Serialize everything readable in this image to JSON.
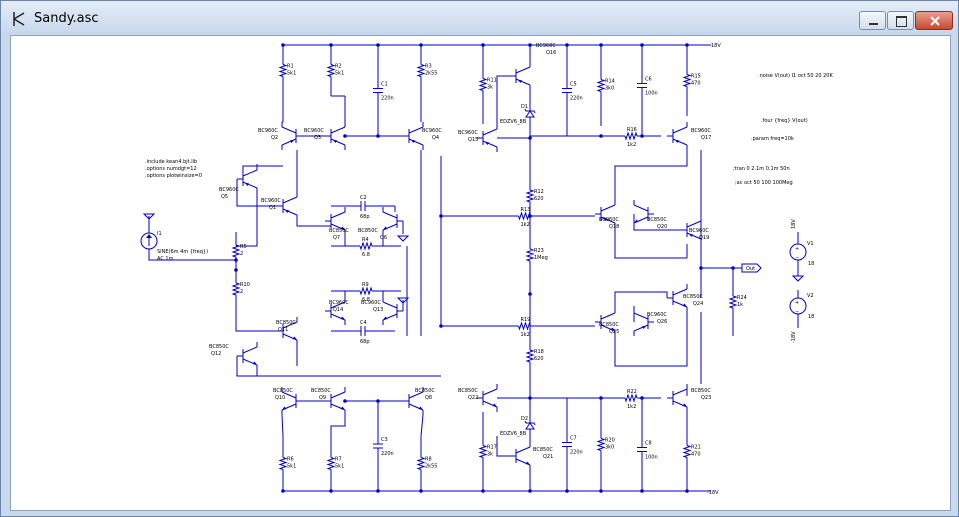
{
  "window": {
    "title": "Sandy.asc",
    "controls": [
      "minimize",
      "maximize",
      "close"
    ]
  },
  "directives": {
    "noise": ".noise V(out) I1 oct 50 20 20K",
    "four": ".four {freq} V(out)",
    "param": ".param freq=10k",
    "tran": ";tran 0 2.1m 0.1m 50n",
    "ac": ";ac oct 50 100 100Meg",
    "include": ".include kean4.bjt.lib",
    "opt1": ".options numdgt=12",
    "opt2": ".options plotwinsize=0"
  },
  "rails": {
    "pos": "18V",
    "neg": "-18V"
  },
  "source": {
    "name": "I1",
    "value1": "SINE(6m 4m {freq})",
    "value2": "AC 1m"
  },
  "out_label": "Out",
  "supplies": [
    {
      "name": "V1",
      "value": "18",
      "side": "18V"
    },
    {
      "name": "V2",
      "value": "18",
      "side": "-18V"
    }
  ],
  "transistors": [
    {
      "ref": "Q2",
      "model": "BC960C"
    },
    {
      "ref": "Q3",
      "model": "BC960C"
    },
    {
      "ref": "Q4",
      "model": "BC960C"
    },
    {
      "ref": "Q15",
      "model": "BC960C"
    },
    {
      "ref": "Q16",
      "model": "BC960C"
    },
    {
      "ref": "Q17",
      "model": "BC960C"
    },
    {
      "ref": "Q5",
      "model": "BC960C"
    },
    {
      "ref": "Q1",
      "model": "BC960C"
    },
    {
      "ref": "Q7",
      "model": "BC850C"
    },
    {
      "ref": "Q6",
      "model": "BC850C"
    },
    {
      "ref": "Q18",
      "model": "BC960C"
    },
    {
      "ref": "Q20",
      "model": "BC850C"
    },
    {
      "ref": "Q19",
      "model": "BC960C"
    },
    {
      "ref": "Q14",
      "model": "BC960C"
    },
    {
      "ref": "Q13",
      "model": "BC960C"
    },
    {
      "ref": "Q11",
      "model": "BC850C"
    },
    {
      "ref": "Q12",
      "model": "BC850C"
    },
    {
      "ref": "Q24",
      "model": "BC850C"
    },
    {
      "ref": "Q25",
      "model": "BC850C"
    },
    {
      "ref": "Q26",
      "model": "BC960C"
    },
    {
      "ref": "Q10",
      "model": "BC850C"
    },
    {
      "ref": "Q9",
      "model": "BC850C"
    },
    {
      "ref": "Q8",
      "model": "BC850C"
    },
    {
      "ref": "Q22",
      "model": "BC850C"
    },
    {
      "ref": "Q21",
      "model": "BC850C"
    },
    {
      "ref": "Q23",
      "model": "BC850C"
    }
  ],
  "resistors": [
    {
      "ref": "R1",
      "value": "5k1"
    },
    {
      "ref": "R2",
      "value": "5k1"
    },
    {
      "ref": "R3",
      "value": "2k55"
    },
    {
      "ref": "R11",
      "value": "3k"
    },
    {
      "ref": "R14",
      "value": "3k0"
    },
    {
      "ref": "R15",
      "value": "470"
    },
    {
      "ref": "R16",
      "value": "1k2"
    },
    {
      "ref": "R12",
      "value": "620"
    },
    {
      "ref": "R13",
      "value": "1k2"
    },
    {
      "ref": "R23",
      "value": "1Meg"
    },
    {
      "ref": "R5",
      "value": "2"
    },
    {
      "ref": "R4",
      "value": "6.8"
    },
    {
      "ref": "R10",
      "value": "2"
    },
    {
      "ref": "R9",
      "value": "6.8"
    },
    {
      "ref": "R19",
      "value": "1k2"
    },
    {
      "ref": "R18",
      "value": "620"
    },
    {
      "ref": "R24",
      "value": "1k"
    },
    {
      "ref": "R22",
      "value": "1k2"
    },
    {
      "ref": "R17",
      "value": "3k"
    },
    {
      "ref": "R20",
      "value": "3k0"
    },
    {
      "ref": "R21",
      "value": "470"
    },
    {
      "ref": "R6",
      "value": "5k1"
    },
    {
      "ref": "R7",
      "value": "5k1"
    },
    {
      "ref": "R8",
      "value": "2k55"
    }
  ],
  "capacitors": [
    {
      "ref": "C1",
      "value": "220n"
    },
    {
      "ref": "C5",
      "value": "220n"
    },
    {
      "ref": "C6",
      "value": "100n"
    },
    {
      "ref": "C2",
      "value": "68p"
    },
    {
      "ref": "C4",
      "value": "68p"
    },
    {
      "ref": "C3",
      "value": "220n"
    },
    {
      "ref": "C7",
      "value": "220n"
    },
    {
      "ref": "C8",
      "value": "100n"
    }
  ],
  "diodes": [
    {
      "ref": "D1",
      "model": "EDZV6_8B"
    },
    {
      "ref": "D2",
      "model": "EDZV6_8B"
    }
  ]
}
